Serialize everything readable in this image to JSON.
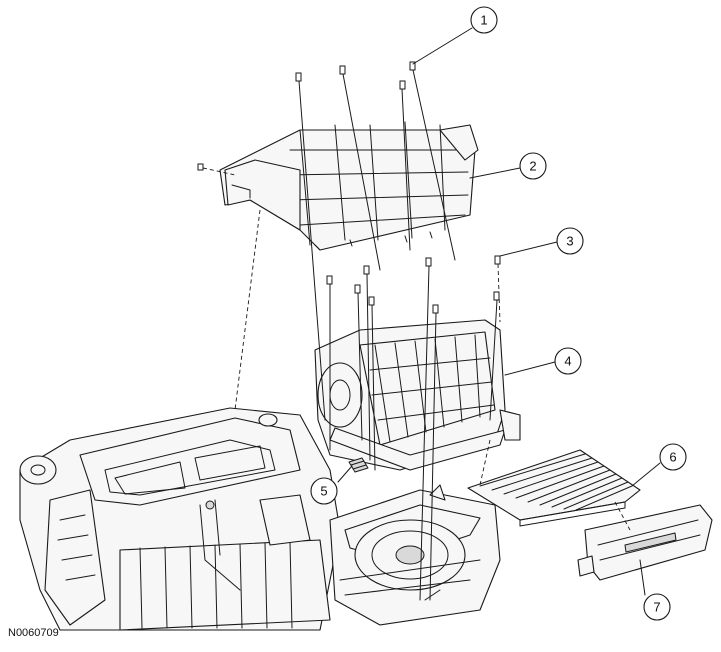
{
  "figure_id": "N0060709",
  "callouts": [
    {
      "label": "1"
    },
    {
      "label": "2"
    },
    {
      "label": "3"
    },
    {
      "label": "4"
    },
    {
      "label": "5"
    },
    {
      "label": "6"
    },
    {
      "label": "7"
    }
  ]
}
